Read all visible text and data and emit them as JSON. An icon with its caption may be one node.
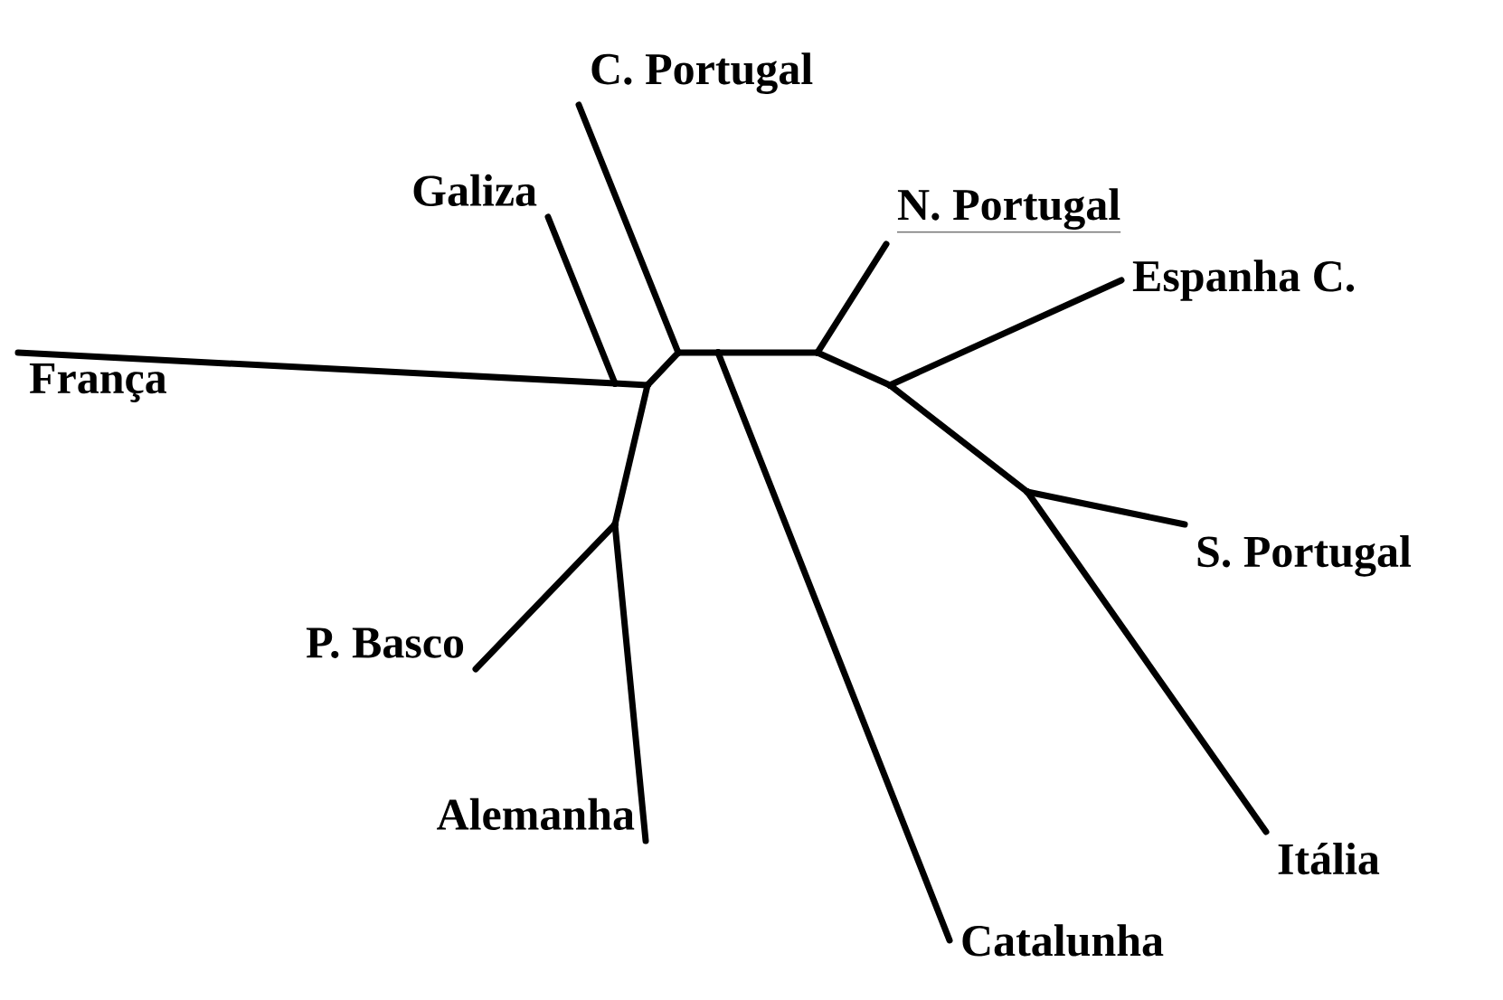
{
  "diagram": {
    "nodes": [
      {
        "text": [
          "C. Portugal"
        ]
      },
      {
        "text": [
          "Galiza"
        ]
      },
      {
        "text": [
          "N. Portugal"
        ]
      },
      {
        "text": [
          "Espanha C."
        ]
      },
      {
        "text": [
          "França"
        ]
      },
      {
        "text": [
          "S. Portugal"
        ]
      },
      {
        "text": [
          "P. Basco"
        ]
      },
      {
        "text": [
          "Alemanha"
        ]
      },
      {
        "text": [
          "Itália"
        ]
      },
      {
        "text": [
          "Catalunha"
        ]
      },
      {
        "text": [],
        "shape": "point"
      },
      {
        "text": [],
        "shape": "point"
      },
      {
        "text": [],
        "shape": "point"
      },
      {
        "text": [],
        "shape": "point"
      },
      {
        "text": [],
        "shape": "point"
      },
      {
        "text": [],
        "shape": "point"
      },
      {
        "text": [],
        "shape": "point"
      },
      {
        "text": [],
        "shape": "point"
      }
    ],
    "edges": [
      {
        "from": 10,
        "to": 4,
        "arrow": "none"
      },
      {
        "from": 10,
        "to": 1,
        "arrow": "none"
      },
      {
        "from": 10,
        "to": 11,
        "arrow": "none"
      },
      {
        "from": 11,
        "to": 12,
        "arrow": "none"
      },
      {
        "from": 11,
        "to": 13,
        "arrow": "none"
      },
      {
        "from": 13,
        "to": 6,
        "arrow": "none"
      },
      {
        "from": 13,
        "to": 7,
        "arrow": "none"
      },
      {
        "from": 12,
        "to": 0,
        "arrow": "none"
      },
      {
        "from": 12,
        "to": 14,
        "arrow": "none"
      },
      {
        "from": 14,
        "to": 9,
        "arrow": "none"
      },
      {
        "from": 14,
        "to": 15,
        "arrow": "none"
      },
      {
        "from": 15,
        "to": 2,
        "arrow": "none"
      },
      {
        "from": 15,
        "to": 16,
        "arrow": "none"
      },
      {
        "from": 16,
        "to": 3,
        "arrow": "none"
      },
      {
        "from": 16,
        "to": 17,
        "arrow": "none"
      },
      {
        "from": 17,
        "to": 5,
        "arrow": "none"
      },
      {
        "from": 17,
        "to": 8,
        "arrow": "none"
      }
    ]
  }
}
